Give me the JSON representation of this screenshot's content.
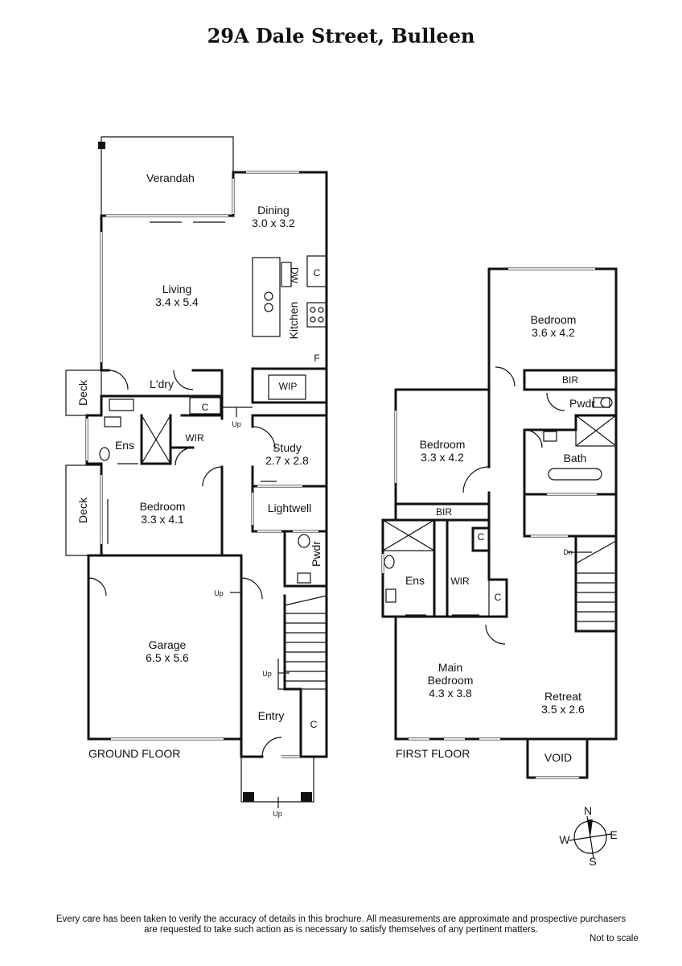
{
  "title": "29A Dale Street, Bulleen",
  "ground_floor": {
    "label": "GROUND FLOOR",
    "rooms": {
      "verandah": "Verandah",
      "dining": "Dining",
      "dining_dim": "3.0 x 3.2",
      "living": "Living",
      "living_dim": "3.4 x 5.4",
      "kitchen": "Kitchen",
      "dw": "DW",
      "c_kitchen": "C",
      "f": "F",
      "wip": "WIP",
      "deck_top": "Deck",
      "laundry": "L'dry",
      "c_laundry": "C",
      "ens": "Ens",
      "wir": "WIR",
      "study": "Study",
      "study_dim": "2.7 x 2.8",
      "lightwell": "Lightwell",
      "pwdr": "Pwdr",
      "deck_bottom": "Deck",
      "bedroom": "Bedroom",
      "bedroom_dim": "3.3 x 4.1",
      "garage": "Garage",
      "garage_dim": "6.5 x 5.6",
      "entry": "Entry",
      "c_entry": "C"
    },
    "up_labels": [
      "Up",
      "Up",
      "Up",
      "Up"
    ]
  },
  "first_floor": {
    "label": "FIRST FLOOR",
    "rooms": {
      "bedroom1": "Bedroom",
      "bedroom1_dim": "3.6 x 4.2",
      "bir_top": "BIR",
      "pwdr": "Pwdr",
      "bath": "Bath",
      "bedroom2": "Bedroom",
      "bedroom2_dim": "3.3 x 4.2",
      "bir_mid": "BIR",
      "c_1": "C",
      "ens": "Ens",
      "wir": "WIR",
      "c_2": "C",
      "main_bedroom": "Main",
      "main_bedroom_2": "Bedroom",
      "main_bedroom_dim": "4.3 x 3.8",
      "retreat": "Retreat",
      "retreat_dim": "3.5 x 2.6",
      "void": "VOID",
      "dn": "Dn"
    }
  },
  "compass": {
    "n": "N",
    "e": "E",
    "s": "S",
    "w": "W"
  },
  "disclaimer_line1": "Every care has been taken to verify the accuracy of details in this brochure.  All measurements are approximate and prospective purchasers",
  "disclaimer_line2": "are requested to take such action as is necessary to satisfy themselves of any pertinent matters.",
  "not_to_scale": "Not to scale"
}
